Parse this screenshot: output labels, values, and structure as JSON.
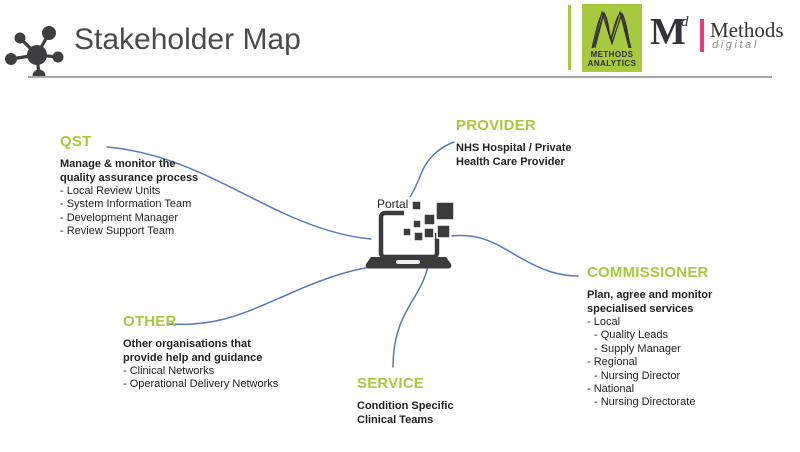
{
  "header": {
    "title": "Stakeholder Map"
  },
  "logos": {
    "methods_analytics": {
      "line1": "METHODS",
      "line2": "ANALYTICS",
      "box_color": "#a8c93f"
    },
    "methods_digital": {
      "initial": "M",
      "superscript": "d",
      "name": "Methods",
      "tagline": "digital",
      "bar_color": "#e8397c"
    }
  },
  "portal": {
    "label": "Portal"
  },
  "groups": [
    {
      "title": "QST",
      "desc_lines": [
        "Manage & monitor the",
        "quality assurance process"
      ],
      "items": [
        "- Local Review Units",
        "- System Information Team",
        "- Development Manager",
        "- Review Support Team"
      ]
    },
    {
      "title": "PROVIDER",
      "desc_lines": [
        "NHS Hospital / Private",
        "Health Care Provider"
      ],
      "items": []
    },
    {
      "title": "COMMISSIONER",
      "desc_lines": [
        "Plan, agree and monitor",
        "specialised services"
      ],
      "items": [
        "- Local",
        "- Quality Leads",
        "- Supply Manager",
        "- Regional",
        "- Nursing Director",
        "- National",
        "- Nursing Directorate"
      ]
    },
    {
      "title": "OTHER",
      "desc_lines": [
        "Other organisations that",
        "provide help and guidance"
      ],
      "items": [
        "- Clinical Networks",
        "- Operational Delivery Networks"
      ]
    },
    {
      "title": "SERVICE",
      "desc_lines": [
        "Condition Specific",
        "Clinical Teams"
      ],
      "items": []
    }
  ],
  "colors": {
    "heading_green": "#a8c93f",
    "connector_blue": "#5b79b4",
    "icon_dark": "#3d3d3f",
    "title_gray": "#4b4b4d"
  }
}
